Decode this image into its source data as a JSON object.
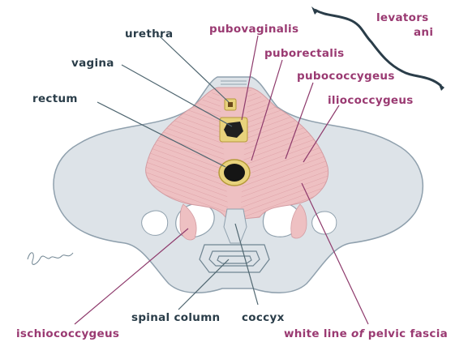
{
  "labels": {
    "urethra": "urethra",
    "vagina": "vagina",
    "rectum": "rectum",
    "pubovaginalis": "pubovaginalis",
    "puborectalis": "puborectalis",
    "pubococcygeus": "pubococcygeus",
    "iliococcygeus": "iliococcygeus",
    "levators": "levators",
    "ani": "ani",
    "spinal_column": "spinal column",
    "coccyx": "coccyx",
    "ischiococcygeus": "ischiococcygeus",
    "white_line_prefix": "white line ",
    "white_line_of": "of",
    "white_line_suffix": " pelvic fascia"
  },
  "colors": {
    "bone": "#dde3e8",
    "bone_edge": "#8fa0ad",
    "muscle": "#eec0c2",
    "muscle_fiber": "#cf8a92",
    "opening_ring": "#e8d27c",
    "dark_label": "#2a3d49",
    "purple_label": "#9a3a72"
  }
}
